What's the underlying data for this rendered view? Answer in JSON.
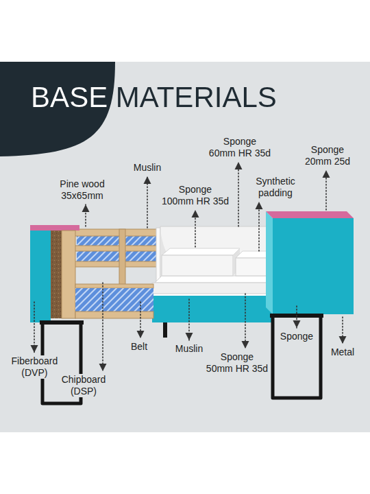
{
  "diagram": {
    "title": "BASE MATERIALS",
    "labels": [
      "Sponge 60mm HR 35d",
      "Sponge 20mm 25d",
      "Muslin",
      "Pine wood 35x65mm",
      "Synthetic padding",
      "Sponge 100mm HR 35d",
      "Sponge",
      "Belt",
      "Muslin",
      "Metal",
      "Sponge 50mm HR 35d",
      "Fiberboard (DVP)",
      "Chipboard (DSP)"
    ]
  }
}
